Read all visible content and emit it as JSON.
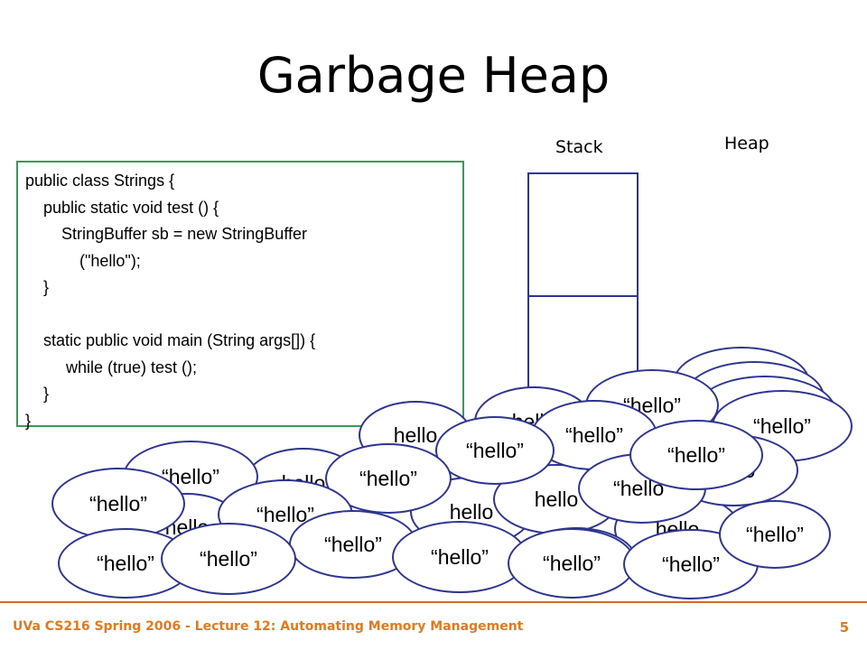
{
  "slide": {
    "title": "Garbage Heap",
    "stack_label": "Stack",
    "heap_label": "Heap",
    "page_number": "5",
    "footer": "UVa CS216 Spring 2006 - Lecture 12: Automating Memory Management"
  },
  "code": {
    "lines": [
      "public class Strings {",
      "    public static void test () {",
      "        StringBuffer sb = new StringBuffer",
      "            (\"hello\");",
      "    }",
      "",
      "    static public void main (String args[]) {",
      "         while (true) test ();",
      "    }",
      "}"
    ]
  },
  "heap": {
    "objects": [
      "hello",
      "hello",
      "hello",
      "hello",
      "hello",
      "hello",
      "hello",
      "hello",
      "“hello”",
      "“hello”",
      "“hello”",
      "hello",
      "hello",
      "“hello”",
      "“hello”",
      "hello",
      "“hello”",
      "“hello”",
      "“hello”",
      "“hello”",
      "“hello”",
      "“hello”",
      "“hello”",
      "hello”",
      "“hello”",
      "“hello”",
      "“hello”",
      "“hello”",
      "“hello”",
      "“hello”",
      "“hello",
      "“hello”"
    ]
  },
  "colors": {
    "code_border": "#3b9a5a",
    "object_outline": "#2e3590",
    "footer_accent": "#e07a1f"
  }
}
